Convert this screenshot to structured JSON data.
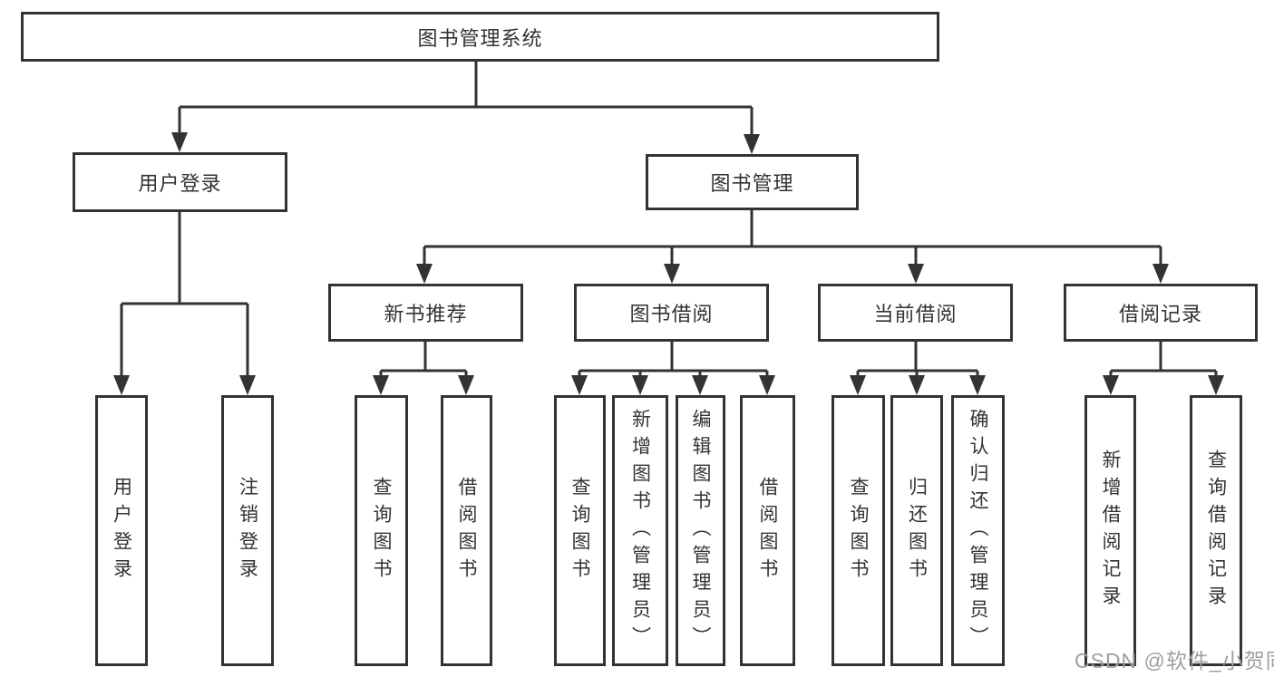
{
  "diagram": {
    "type": "hierarchy-tree",
    "colors": {
      "line": "#333333",
      "box_border": "#333333",
      "text": "#333333",
      "background": "#ffffff",
      "watermark_text_color": "#9f9f9f"
    },
    "nodes": {
      "root": {
        "label": "图书管理系统"
      },
      "user_login": {
        "label": "用户登录"
      },
      "book_mgmt": {
        "label": "图书管理"
      },
      "login": {
        "label": "用户登录"
      },
      "logout": {
        "label": "注销登录"
      },
      "new_book_rec": {
        "label": "新书推荐"
      },
      "book_borrow": {
        "label": "图书借阅"
      },
      "current_borrow": {
        "label": "当前借阅"
      },
      "borrow_records": {
        "label": "借阅记录"
      },
      "nbr_query_books": {
        "label": "查询图书"
      },
      "nbr_borrow_books": {
        "label": "借阅图书"
      },
      "bb_query_books": {
        "label": "查询图书"
      },
      "bb_add_books": {
        "label": "新增图书（管理员）"
      },
      "bb_edit_books": {
        "label": "编辑图书（管理员）"
      },
      "bb_borrow_books": {
        "label": "借阅图书"
      },
      "cb_query_books": {
        "label": "查询图书"
      },
      "cb_return_books": {
        "label": "归还图书"
      },
      "cb_confirm_return": {
        "label": "确认归还（管理员）"
      },
      "br_add_record": {
        "label": "新增借阅记录"
      },
      "br_query_record": {
        "label": "查询借阅记录"
      }
    },
    "edges": [
      "root->user_login",
      "root->book_mgmt",
      "user_login->login",
      "user_login->logout",
      "book_mgmt->new_book_rec",
      "book_mgmt->book_borrow",
      "book_mgmt->current_borrow",
      "book_mgmt->borrow_records",
      "new_book_rec->nbr_query_books",
      "new_book_rec->nbr_borrow_books",
      "book_borrow->bb_query_books",
      "book_borrow->bb_add_books",
      "book_borrow->bb_edit_books",
      "book_borrow->bb_borrow_books",
      "current_borrow->cb_query_books",
      "current_borrow->cb_return_books",
      "current_borrow->cb_confirm_return",
      "borrow_records->br_add_record",
      "borrow_records->br_query_record"
    ]
  },
  "watermark": {
    "text": "CSDN @软件_小贺同学"
  }
}
